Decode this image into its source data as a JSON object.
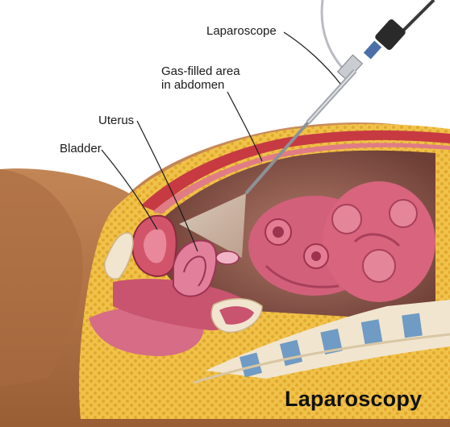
{
  "labels": {
    "laparoscope": "Laparoscope",
    "gas_line1": "Gas-filled area",
    "gas_line2": "in abdomen",
    "uterus": "Uterus",
    "bladder": "Bladder"
  },
  "title": "Laparoscopy",
  "colors": {
    "skin": "#b87a4f",
    "fat": "#e8b840",
    "muscle": "#c73a42",
    "cavity": "#8e5a4e",
    "organ_pink": "#d9708a",
    "spine_blue": "#6f9bc4"
  }
}
